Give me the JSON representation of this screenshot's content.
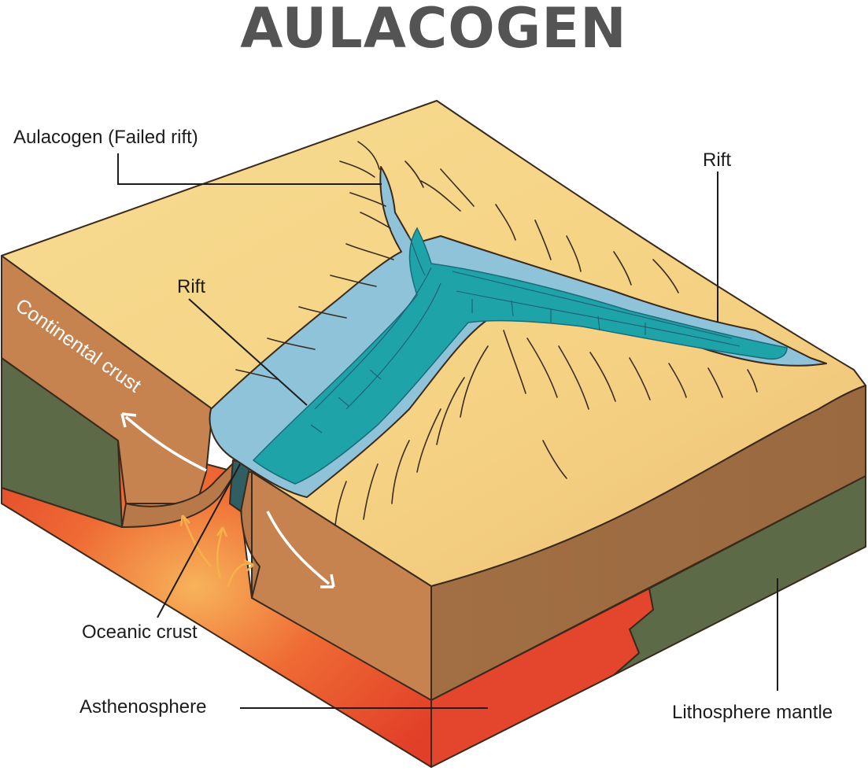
{
  "title": "AULACOGEN",
  "labels": {
    "aulacogen": "Aulacogen (Failed rift)",
    "rift_right": "Rift",
    "rift_left": "Rift",
    "continental_crust": "Continental crust",
    "oceanic_crust": "Oceanic crust",
    "asthenosphere": "Asthenosphere",
    "lithosphere_mantle": "Lithosphere mantle"
  },
  "colors": {
    "surface": "#f6d88a",
    "continental_crust": "#c6834f",
    "crust_shadow": "#9c6a40",
    "lithosphere_mantle": "#5c6a48",
    "asthenosphere": "#e8432a",
    "rift_outer": "#8fc3d9",
    "rift_inner": "#1ea3a8",
    "title": "#545454"
  }
}
